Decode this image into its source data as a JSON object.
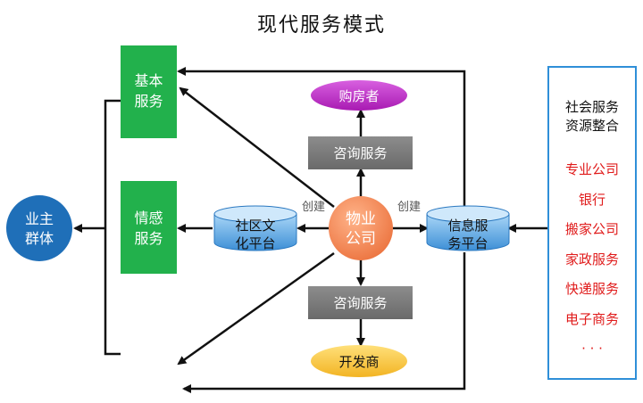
{
  "title": "现代服务模式",
  "nodes": {
    "basic_service": [
      "基本",
      "服务"
    ],
    "emotional_service": [
      "情感",
      "服务"
    ],
    "owners": [
      "业主",
      "群体"
    ],
    "buyers": "购房者",
    "consult_top": "咨询服务",
    "consult_bottom": "咨询服务",
    "developer": "开发商",
    "community_platform": [
      "社区文",
      "化平台"
    ],
    "property_company": [
      "物业",
      "公司"
    ],
    "info_platform": [
      "信息服",
      "务平台"
    ]
  },
  "edge_labels": {
    "create_left": "创建",
    "create_right": "创建"
  },
  "resources": {
    "title": [
      "社会服务",
      "资源整合"
    ],
    "items": [
      "专业公司",
      "银行",
      "搬家公司",
      "家政服务",
      "快递服务",
      "电子商务",
      "· · ·"
    ]
  },
  "colors": {
    "green": "#22b14c",
    "magenta": "#c030c8",
    "gray": "#7f7f7f",
    "orange": "#f68a5a",
    "cylinder": "#5aa9e6",
    "owners": "#1f6fb8",
    "developer": "#f6c342",
    "panel_border": "#2f8fd8",
    "resource_text": "#e01b1b"
  }
}
